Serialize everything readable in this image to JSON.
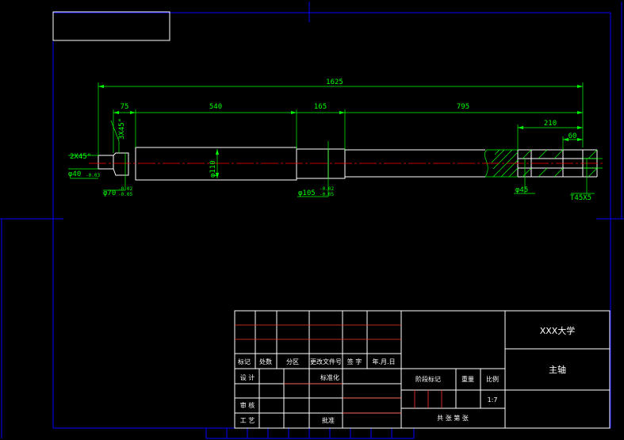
{
  "dimensions": {
    "overall_length": "1625",
    "seg_75": "75",
    "seg_540": "540",
    "seg_165": "165",
    "seg_795": "795",
    "keyway_length": "210",
    "keyway_offset": "60",
    "chamfer_left": "2X45°",
    "chamfer_step": "3X45°",
    "dia_40": "φ40",
    "dia_40_tol": "-0.03",
    "dia_70": "φ70",
    "dia_70_tol_upper": "-0.02",
    "dia_70_tol_lower": "-0.05",
    "dia_110": "φ110",
    "dia_105": "φ105",
    "dia_105_tol_upper": "-0.02",
    "dia_105_tol_lower": "-0.05",
    "dia_45": "φ45",
    "thread": "T45X5"
  },
  "title_block": {
    "university": "XXX大学",
    "part_name": "主轴",
    "scale_value": "1:7",
    "headers": {
      "mark": "标记",
      "count": "处数",
      "zone": "分区",
      "change_doc": "更改文件号",
      "signature": "签 字",
      "date": "年.月.日",
      "design": "设 计",
      "standardize": "标准化",
      "stage_mark": "阶段标记",
      "weight": "重量",
      "scale": "比例",
      "review": "审 核",
      "process": "工 艺",
      "approve": "批准",
      "sheets": "共  张  第  张"
    }
  },
  "colors": {
    "outline": "#ffffff",
    "dimension": "#00ff00",
    "centerline": "#ff0000",
    "frame": "#0000ff",
    "grid": "#ff3333"
  }
}
